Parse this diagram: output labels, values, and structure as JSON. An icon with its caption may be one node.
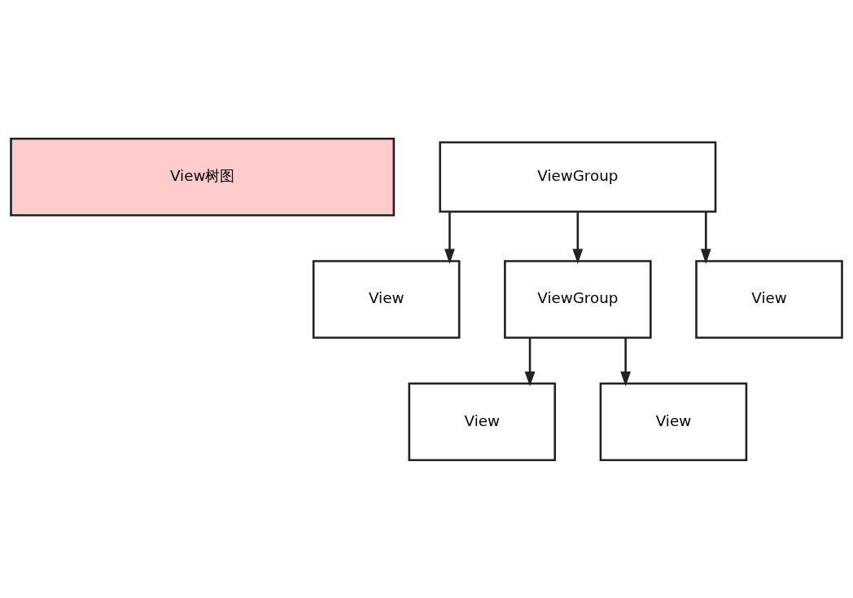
{
  "diagram": {
    "nodes": [
      {
        "text": [
          "View树图"
        ]
      },
      {
        "text": [
          "ViewGroup"
        ]
      },
      {
        "text": [
          "View"
        ]
      },
      {
        "text": [
          "ViewGroup"
        ]
      },
      {
        "text": [
          "View"
        ]
      },
      {
        "text": [
          "View"
        ]
      },
      {
        "text": [
          "View"
        ]
      }
    ],
    "edges": [
      {
        "from": 1,
        "to": 2,
        "arrow": "to"
      },
      {
        "from": 1,
        "to": 3,
        "arrow": "to"
      },
      {
        "from": 1,
        "to": 4,
        "arrow": "to"
      },
      {
        "from": 3,
        "to": 5,
        "arrow": "to"
      },
      {
        "from": 3,
        "to": 6,
        "arrow": "to"
      }
    ]
  }
}
